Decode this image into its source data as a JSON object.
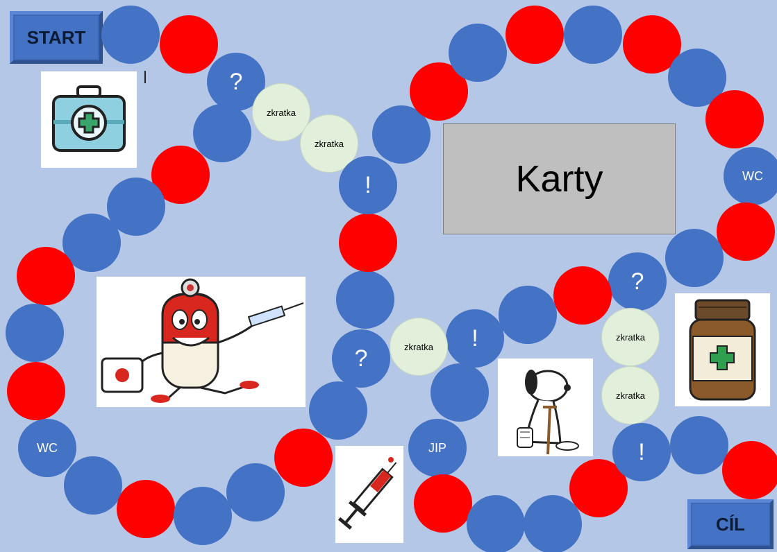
{
  "board": {
    "start_label": "START",
    "finish_label": "CÍL",
    "cards_label": "Karty",
    "special_labels": {
      "question": "?",
      "exclamation": "!",
      "shortcut": "zkratka",
      "wc": "WC",
      "icu": "JIP"
    }
  },
  "colors": {
    "background": "#b4c7e7",
    "blue_field": "#4472c4",
    "red_field": "#ff0000",
    "shortcut_field": "#e2efda",
    "cards_box": "#bfbfbf"
  },
  "icons": {
    "first_aid_kit": "first-aid-kit-icon",
    "doctor_pill": "doctor-pill-cartoon-icon",
    "syringe": "syringe-icon",
    "snoopy": "snoopy-crutch-icon",
    "medicine_jar": "medicine-jar-icon"
  }
}
